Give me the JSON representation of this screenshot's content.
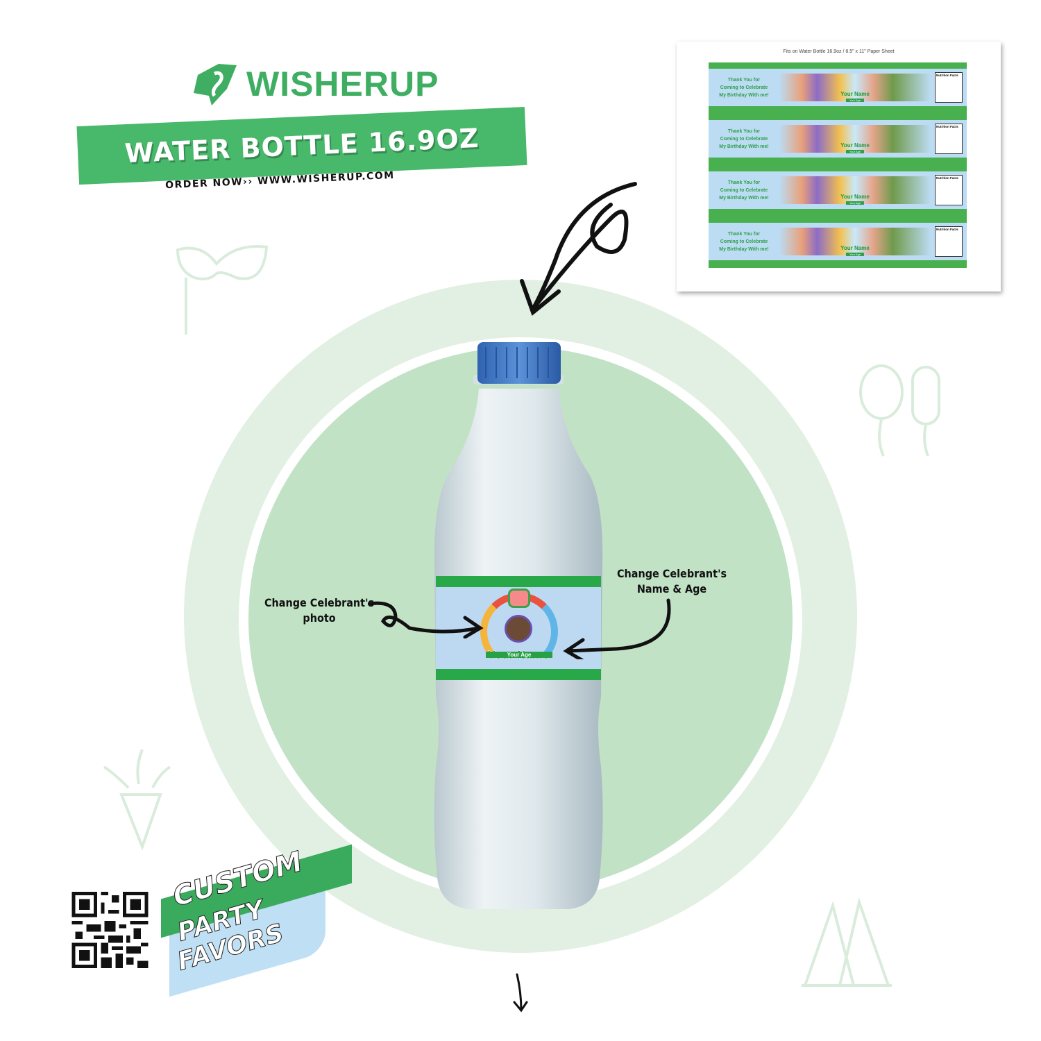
{
  "brand": {
    "name": "WISHERUP"
  },
  "banner": {
    "title": "WATER BOTTLE 16.9OZ",
    "order_text": "ORDER NOW›› WWW.WISHERUP.COM"
  },
  "sheet": {
    "title": "Fits on Water Bottle 16.9oz / 8.5\" x 11\" Paper Sheet",
    "labels": [
      {
        "thanks_1": "Thank You for",
        "thanks_2": "Coming to Celebrate",
        "thanks_3": "My Birthday With me!",
        "name": "Your Name",
        "age": "Your Age",
        "facts": "Nutrition Facts"
      },
      {
        "thanks_1": "Thank You for",
        "thanks_2": "Coming to Celebrate",
        "thanks_3": "My Birthday With me!",
        "name": "Your Name",
        "age": "Your Age",
        "facts": "Nutrition Facts"
      },
      {
        "thanks_1": "Thank You for",
        "thanks_2": "Coming to Celebrate",
        "thanks_3": "My Birthday With me!",
        "name": "Your Name",
        "age": "Your Age",
        "facts": "Nutrition Facts"
      },
      {
        "thanks_1": "Thank You for",
        "thanks_2": "Coming to Celebrate",
        "thanks_3": "My Birthday With me!",
        "name": "Your Name",
        "age": "Your Age",
        "facts": "Nutrition Facts"
      }
    ]
  },
  "bottle": {
    "name": "Your Name",
    "age": "Your Age"
  },
  "annotations": {
    "photo_1": "Change Celebrant's",
    "photo_2": "photo",
    "name_1": "Change Celebrant's",
    "name_2": "Name & Age"
  },
  "promo": {
    "line1": "CUSTOM",
    "line2": "PARTY",
    "line3": "FAVORS"
  },
  "colors": {
    "brand_green": "#48b86b",
    "light_blue": "#bcdcf3",
    "circle": "#c2e2c6"
  }
}
